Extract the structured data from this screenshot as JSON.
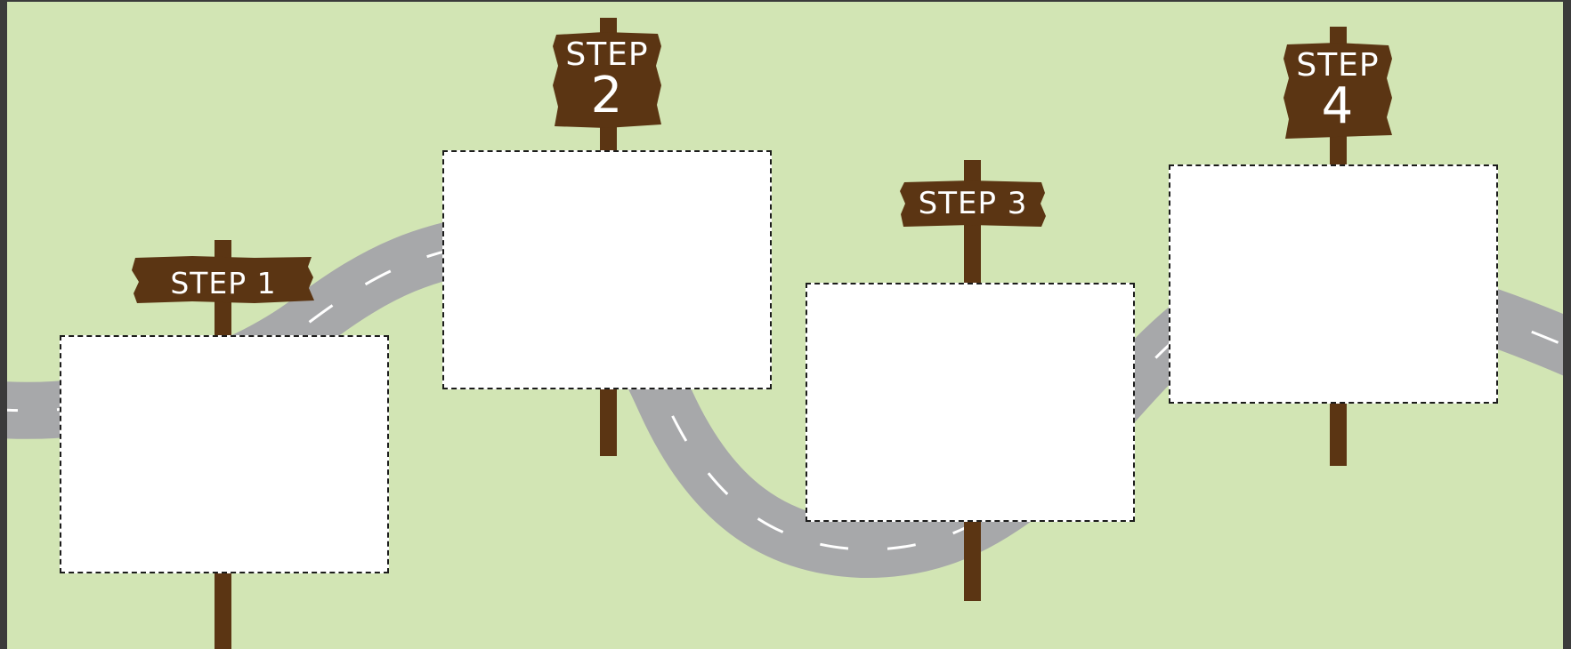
{
  "steps": [
    {
      "label": "STEP 1"
    },
    {
      "word": "STEP",
      "number": "2"
    },
    {
      "label": "STEP 3"
    },
    {
      "word": "STEP",
      "number": "4"
    }
  ],
  "colors": {
    "background": "#d2e5b4",
    "road": "#a7a8aa",
    "road_dash": "#ffffff",
    "sign_wood": "#5b3513",
    "card_fill": "#ffffff",
    "card_border": "#1c1c1c",
    "frame": "#3b3b3b"
  }
}
